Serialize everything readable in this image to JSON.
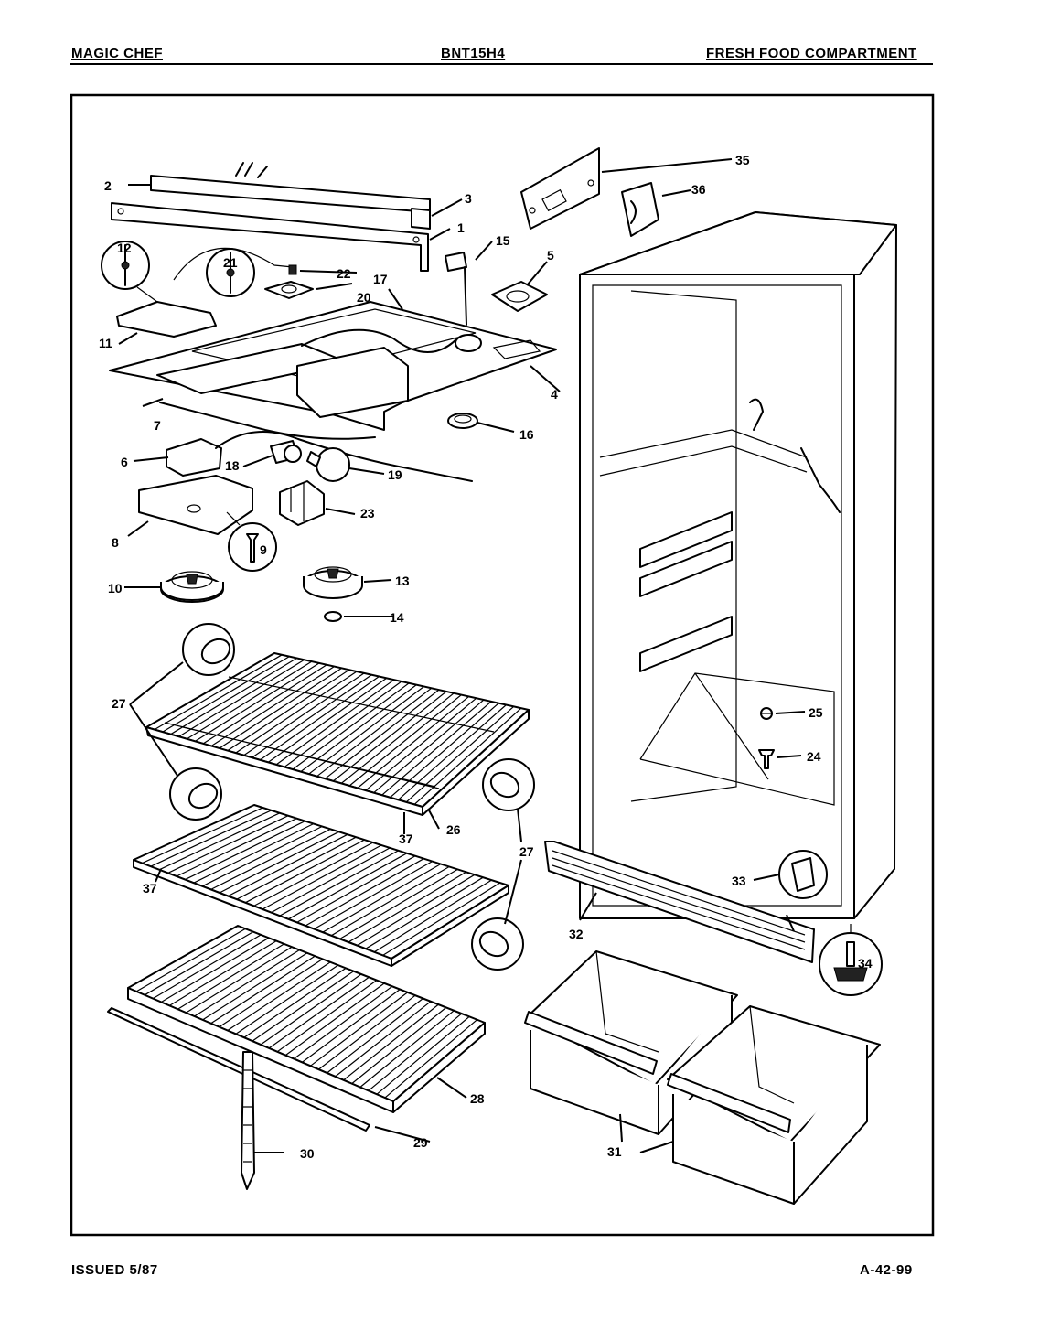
{
  "header": {
    "brand": "MAGIC CHEF",
    "model": "BNT15H4",
    "section": "FRESH FOOD COMPARTMENT"
  },
  "footer": {
    "issued": "ISSUED 5/87",
    "code": "A-42-99"
  },
  "callouts": [
    "1",
    "2",
    "3",
    "4",
    "5",
    "6",
    "7",
    "8",
    "9",
    "10",
    "11",
    "12",
    "13",
    "14",
    "15",
    "16",
    "17",
    "18",
    "19",
    "20",
    "21",
    "22",
    "23",
    "24",
    "25",
    "26",
    "27",
    "28",
    "29",
    "30",
    "31",
    "32",
    "33",
    "34",
    "35",
    "36",
    "37"
  ],
  "colors": {
    "ink": "#000000",
    "paper": "#ffffff"
  }
}
